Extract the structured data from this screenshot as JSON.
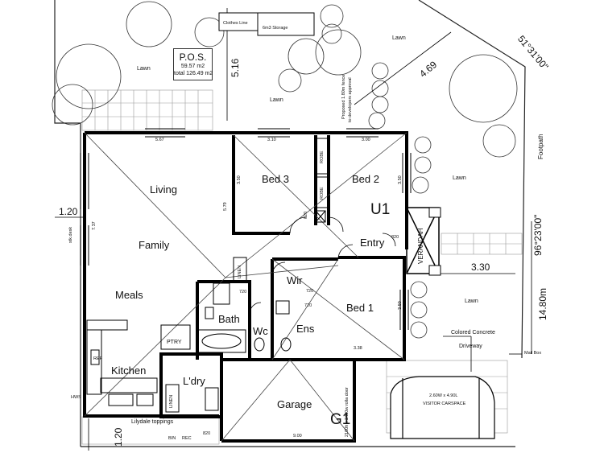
{
  "plan": {
    "unit_label": "U1",
    "garage_label": "G1",
    "rooms": {
      "living": "Living",
      "family": "Family",
      "meals": "Meals",
      "kitchen": "Kitchen",
      "bed3": "Bed  3",
      "bed2": "Bed  2",
      "bed1": "Bed  1",
      "bath": "Bath",
      "wc": "Wc",
      "ens": "Ens",
      "wir": "Wir",
      "laundry": "L'dry",
      "entry": "Entry",
      "garage": "Garage",
      "verandah": "VERANDAH"
    },
    "pos": {
      "title": "P.O.S.",
      "area": "59.57 m2",
      "total": "total 126.49 m2"
    },
    "site": {
      "lawn": "Lawn",
      "footpath": "Footpath",
      "driveway_1": "Colored Concrete",
      "driveway_2": "Driveway",
      "mail_box": "Mail Box",
      "clothes_line": "Clothes Line",
      "storage": "6m3 Storage",
      "fence_1": "Proposed 1.80m fence",
      "fence_2": "to developers approval",
      "carspace_1": "2.60W x 4.90L",
      "carspace_2": "VISITOR CARSPACE",
      "roller_door": "2100h x 2400w rolla door",
      "toppings": "Lilydale toppings",
      "bin": "BIN",
      "rec": "REC"
    },
    "dims": {
      "d516": "5.16",
      "d469": "4.69",
      "bearing_top": "51°31'00\"",
      "bearing_side": "96°23'00\"",
      "d120_top": "1.20",
      "d120_bottom": "1.20",
      "d330": "3.30",
      "d1480": "14.80m",
      "d567": "5.67",
      "d310": "3.10",
      "d300": "3.00",
      "d350a": "3.50",
      "d350b": "3.50",
      "d350c": "3.50",
      "d737": "7.37",
      "d579": "5.79",
      "d338": "3.38",
      "d900": "9.00",
      "d820a": "820",
      "d820b": "820",
      "d820c": "820",
      "d720a": "720",
      "d720b": "720",
      "d720c": "720"
    },
    "fixtures": {
      "robe1": "ROBE",
      "robe2": "ROBE",
      "linen1": "LINEN",
      "linen2": "LINEN",
      "ptry": "PTRY",
      "hws": "HWS",
      "ref": "REF",
      "stk": "stk.desk"
    }
  }
}
